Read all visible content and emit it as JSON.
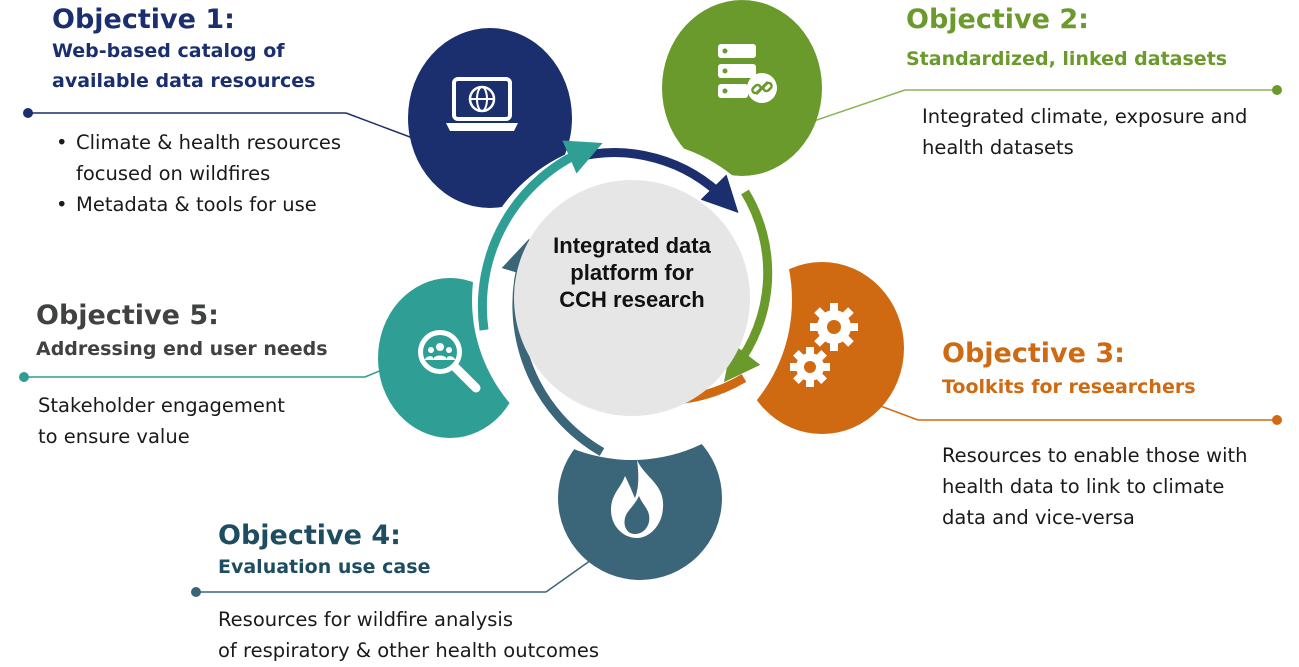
{
  "center": {
    "label_lines": [
      "Integrated data",
      "platform for",
      "CCH research"
    ]
  },
  "colors": {
    "obj1": "#1b2f6e",
    "obj2": "#6b9a2c",
    "obj3": "#cf6a12",
    "obj4": "#3b6578",
    "obj5": "#2f9e95",
    "text": "#1a1a1a",
    "center_fill": "#e6e6e6"
  },
  "objectives": [
    {
      "id": 1,
      "title": "Objective 1:",
      "subtitle_lines": [
        "Web-based catalog of",
        "available data resources"
      ],
      "bullets": [
        [
          "Climate & health resources",
          "focused on wildfires"
        ],
        [
          "Metadata & tools for use"
        ]
      ],
      "icon": "laptop-globe-icon"
    },
    {
      "id": 2,
      "title": "Objective 2:",
      "subtitle_lines": [
        "Standardized, linked datasets"
      ],
      "body_lines": [
        "Integrated climate, exposure and",
        "health datasets"
      ],
      "icon": "linked-database-icon"
    },
    {
      "id": 3,
      "title": "Objective 3:",
      "subtitle_lines": [
        "Toolkits for researchers"
      ],
      "body_lines": [
        "Resources to enable those with",
        "health data to link to climate",
        "data and vice-versa"
      ],
      "icon": "gears-icon"
    },
    {
      "id": 4,
      "title": "Objective 4:",
      "subtitle_lines": [
        "Evaluation use case"
      ],
      "body_lines": [
        "Resources for wildfire analysis",
        "of respiratory & other health outcomes"
      ],
      "icon": "flame-icon"
    },
    {
      "id": 5,
      "title": "Objective 5:",
      "subtitle_lines": [
        "Addressing end user needs"
      ],
      "body_lines": [
        "Stakeholder engagement",
        "to ensure value"
      ],
      "icon": "magnifier-people-icon"
    }
  ]
}
